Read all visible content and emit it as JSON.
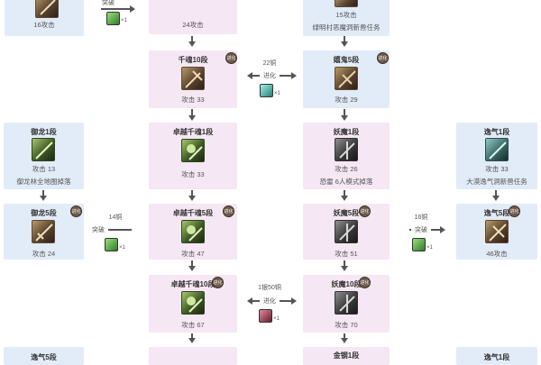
{
  "cards": {
    "top_left": {
      "stat": "16攻击"
    },
    "top_mid": {
      "stat": "24攻击"
    },
    "top_right": {
      "stat": "15攻击",
      "source": "绿明村恶魔洞新兽任务"
    },
    "qianhun10": {
      "title": "千魂10段",
      "stat": "攻击 33"
    },
    "yaoli5": {
      "title": "嬉鬼5段",
      "stat": "攻击 29"
    },
    "yulong1": {
      "title": "御龙1段",
      "stat": "攻击 13",
      "source": "御龙林全地图掉落"
    },
    "zhuoyue1": {
      "title": "卓越千魂1段",
      "stat": "攻击 33"
    },
    "yaoli1": {
      "title": "妖魔1段",
      "stat": "攻击 26",
      "source": "恐雷 6人模式掉落"
    },
    "yiqi1": {
      "title": "逸气1段",
      "stat": "攻击 33",
      "source": "大漠逸气洞新兽任务"
    },
    "yulong5": {
      "title": "御龙5段",
      "stat": "攻击 24"
    },
    "zhuoyue5": {
      "title": "卓越千魂5段",
      "stat": "攻击 47"
    },
    "yaoli5b": {
      "title": "妖魔5段",
      "stat": "攻击 51"
    },
    "yiqi5": {
      "title": "逸气5段",
      "stat": "46攻击"
    },
    "zhuoyue10": {
      "title": "卓越千魂10段",
      "stat": "攻击 67"
    },
    "yaoli10": {
      "title": "妖魔10段",
      "stat": "攻击 70"
    },
    "bottom_left": {
      "title": "逸气5段"
    },
    "bottom_right": {
      "title": "金钢1段"
    },
    "bottom_far_right": {
      "title": "逸气1段"
    }
  },
  "connectors": {
    "top_left": {
      "label": "突破",
      "count": "×1"
    },
    "qianhun_yaoli": {
      "label_top": "22铜",
      "label_bottom": "进化",
      "count": "×1"
    },
    "yulong": {
      "label_top": "14铜",
      "label_bottom": "突破",
      "count": "×1"
    },
    "yiqi": {
      "label_top": "16铜",
      "label_bottom": "突破",
      "count": "×1"
    },
    "zhuoyue_yaoli": {
      "label_top": "1银50铜",
      "label_bottom": "进化",
      "count": "×1"
    }
  },
  "badge_text": "进化",
  "colors": {
    "card_blue": "#e2ebf8",
    "card_pink": "#f6e7f4",
    "arrow": "#555555"
  }
}
